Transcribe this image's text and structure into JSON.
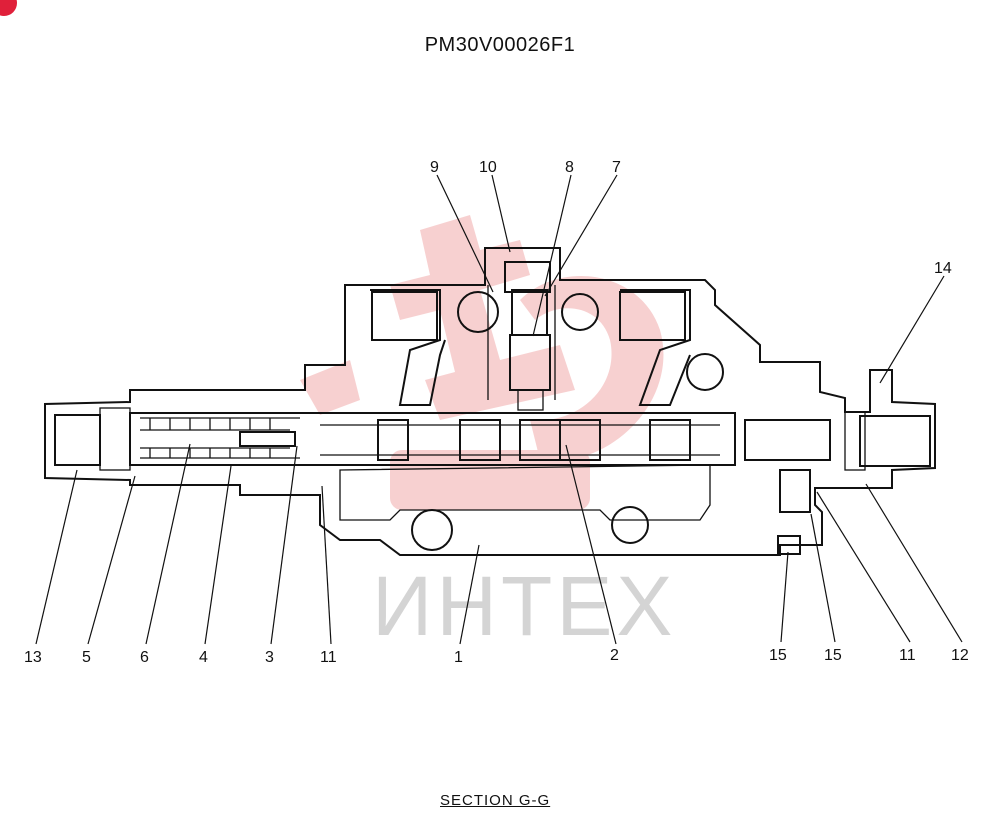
{
  "drawing": {
    "part_number": "PM30V00026F1",
    "section_label": "SECTION  G-G",
    "watermark_text": "ИНТЕХ",
    "badge_color": "#e0203a",
    "watermark_color": "#f0a0a0"
  },
  "callouts": [
    "9",
    "10",
    "8",
    "7",
    "14",
    "13",
    "5",
    "6",
    "4",
    "3",
    "11",
    "1",
    "2",
    "15",
    "15",
    "11",
    "12"
  ]
}
